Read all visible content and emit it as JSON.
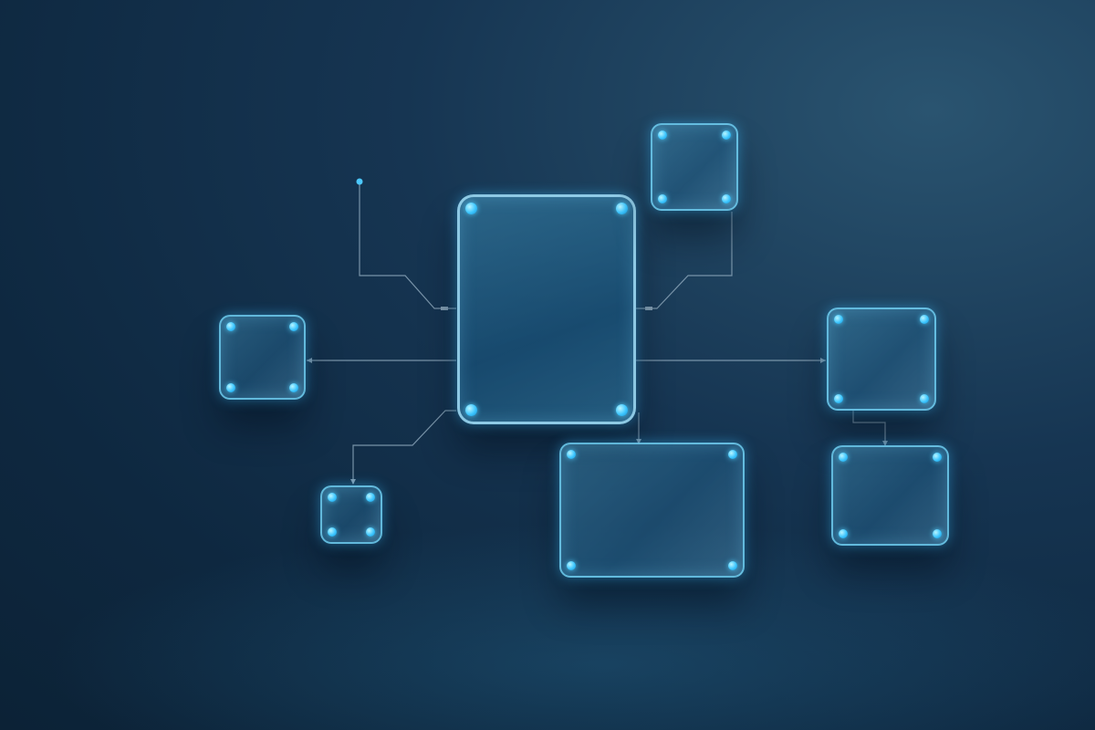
{
  "diagram": {
    "nodes": [
      {
        "id": "main"
      },
      {
        "id": "top-right"
      },
      {
        "id": "left"
      },
      {
        "id": "right"
      },
      {
        "id": "bottom-left-small"
      },
      {
        "id": "bottom-center-wide"
      },
      {
        "id": "bottom-right"
      }
    ],
    "connections": [
      {
        "from": "origin-point",
        "to": "main"
      },
      {
        "from": "top-right",
        "to": "main"
      },
      {
        "from": "main",
        "to": "left"
      },
      {
        "from": "main",
        "to": "right"
      },
      {
        "from": "main",
        "to": "bottom-left-small"
      },
      {
        "from": "main",
        "to": "bottom-center-wide"
      },
      {
        "from": "right",
        "to": "bottom-right"
      }
    ],
    "colors": {
      "background": "#143250",
      "panel_border": "#78dcff",
      "connector_line": "#8aa4b8",
      "node_dot": "#3cc6ff"
    }
  }
}
